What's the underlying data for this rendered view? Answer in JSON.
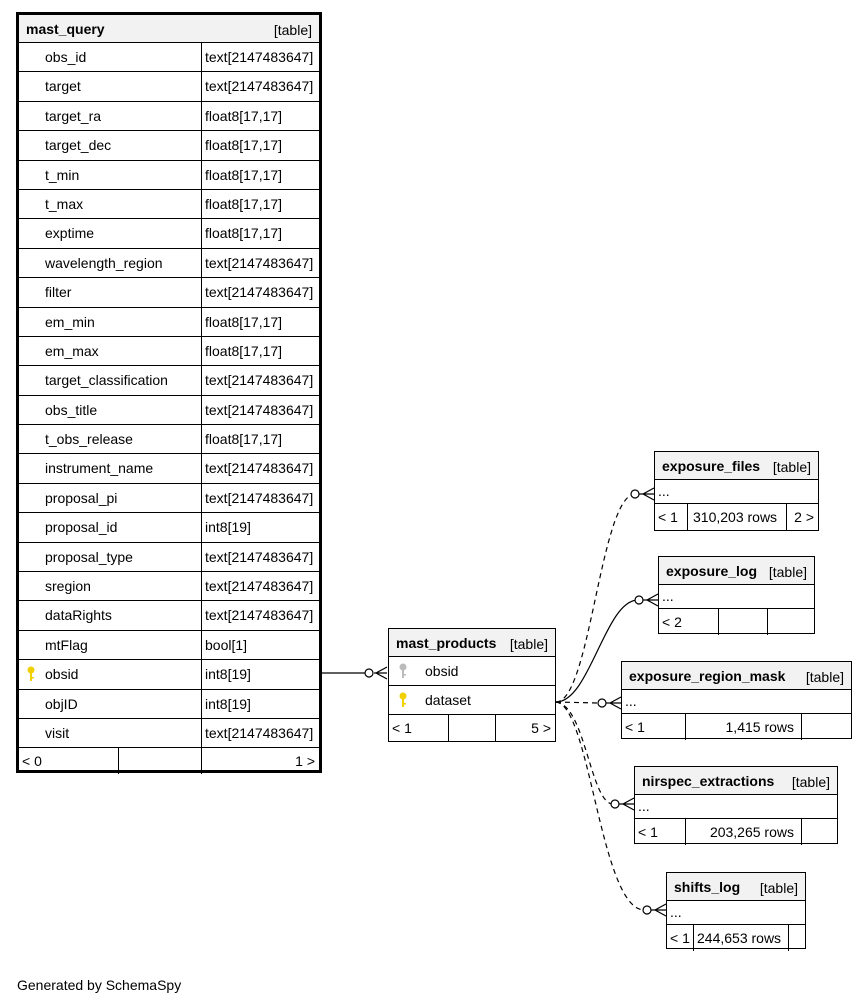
{
  "footer": "Generated by SchemaSpy",
  "tables": {
    "mast_query": {
      "name": "mast_query",
      "kind": "[table]",
      "columns": [
        {
          "name": "obs_id",
          "type": "text[2147483647]"
        },
        {
          "name": "target",
          "type": "text[2147483647]"
        },
        {
          "name": "target_ra",
          "type": "float8[17,17]"
        },
        {
          "name": "target_dec",
          "type": "float8[17,17]"
        },
        {
          "name": "t_min",
          "type": "float8[17,17]"
        },
        {
          "name": "t_max",
          "type": "float8[17,17]"
        },
        {
          "name": "exptime",
          "type": "float8[17,17]"
        },
        {
          "name": "wavelength_region",
          "type": "text[2147483647]"
        },
        {
          "name": "filter",
          "type": "text[2147483647]"
        },
        {
          "name": "em_min",
          "type": "float8[17,17]"
        },
        {
          "name": "em_max",
          "type": "float8[17,17]"
        },
        {
          "name": "target_classification",
          "type": "text[2147483647]"
        },
        {
          "name": "obs_title",
          "type": "text[2147483647]"
        },
        {
          "name": "t_obs_release",
          "type": "float8[17,17]"
        },
        {
          "name": "instrument_name",
          "type": "text[2147483647]"
        },
        {
          "name": "proposal_pi",
          "type": "text[2147483647]"
        },
        {
          "name": "proposal_id",
          "type": "int8[19]"
        },
        {
          "name": "proposal_type",
          "type": "text[2147483647]"
        },
        {
          "name": "sregion",
          "type": "text[2147483647]"
        },
        {
          "name": "dataRights",
          "type": "text[2147483647]"
        },
        {
          "name": "mtFlag",
          "type": "bool[1]"
        },
        {
          "name": "obsid",
          "type": "int8[19]",
          "key": "primary"
        },
        {
          "name": "objID",
          "type": "int8[19]"
        },
        {
          "name": "visit",
          "type": "text[2147483647]"
        }
      ],
      "parents": "< 0",
      "rows": "",
      "children": "1 >"
    },
    "mast_products": {
      "name": "mast_products",
      "kind": "[table]",
      "columns": [
        {
          "name": "obsid",
          "key": "foreign"
        },
        {
          "name": "dataset",
          "key": "primary"
        }
      ],
      "parents": "< 1",
      "rows": "",
      "children": "5 >"
    },
    "exposure_files": {
      "name": "exposure_files",
      "kind": "[table]",
      "ellipsis": "...",
      "parents": "< 1",
      "rows": "310,203 rows",
      "children": "2 >"
    },
    "exposure_log": {
      "name": "exposure_log",
      "kind": "[table]",
      "ellipsis": "...",
      "parents": "< 2",
      "rows": "",
      "children": ""
    },
    "exposure_region_mask": {
      "name": "exposure_region_mask",
      "kind": "[table]",
      "ellipsis": "...",
      "parents": "< 1",
      "rows": "1,415 rows",
      "children": ""
    },
    "nirspec_extractions": {
      "name": "nirspec_extractions",
      "kind": "[table]",
      "ellipsis": "...",
      "parents": "< 1",
      "rows": "203,265 rows",
      "children": ""
    },
    "shifts_log": {
      "name": "shifts_log",
      "kind": "[table]",
      "ellipsis": "...",
      "parents": "< 1",
      "rows": "244,653 rows",
      "children": ""
    }
  }
}
